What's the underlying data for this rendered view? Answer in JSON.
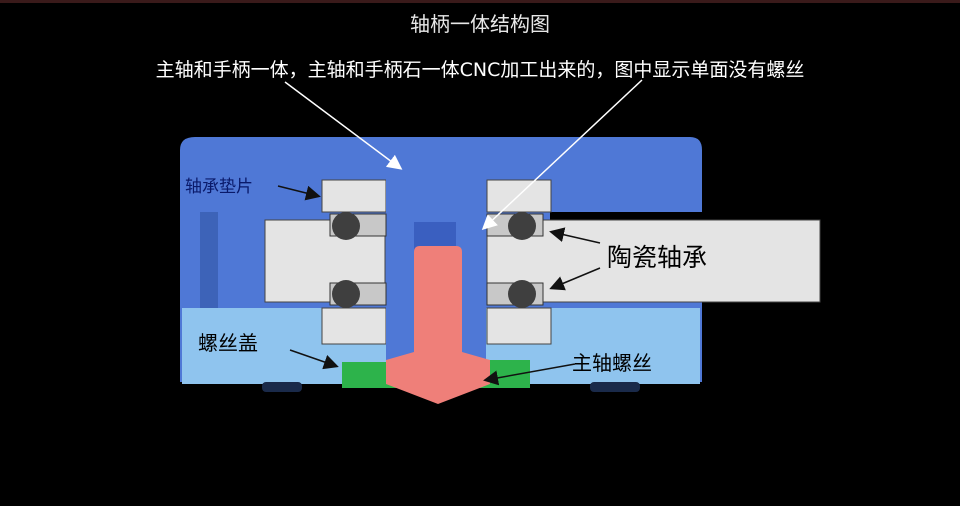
{
  "title": "轴柄一体结构图",
  "subtitle": "主轴和手柄一体，主轴和手柄石一体CNC加工出来的，图中显示单面没有螺丝",
  "labels": {
    "bearing_shim": "轴承垫片",
    "ceramic_bearing": "陶瓷轴承",
    "screw_cap": "螺丝盖",
    "spindle_screw": "主轴螺丝"
  },
  "colors": {
    "housing_blue": "#4f78d6",
    "light_blue": "#8fc4ee",
    "bearing_gray": "#e4e4e4",
    "spindle_pink": "#ef7f79",
    "screw_green": "#2db34b",
    "ball_dark": "#3f3f3f"
  }
}
